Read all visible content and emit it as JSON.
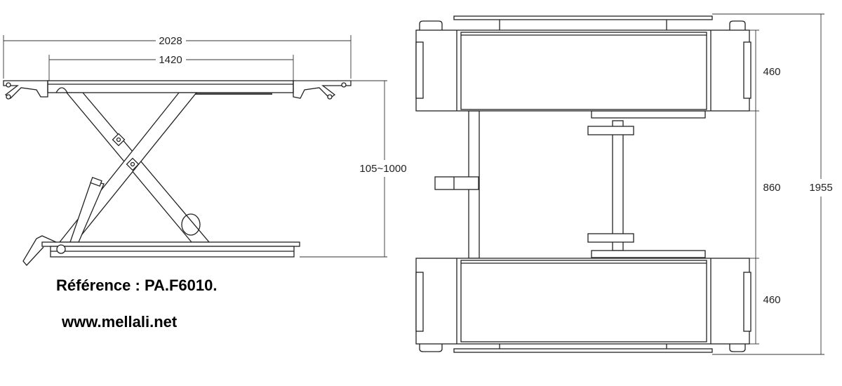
{
  "side_view": {
    "dim_overall_length": "2028",
    "dim_platform_length": "1420",
    "dim_height_range": "105~1000"
  },
  "top_view": {
    "dim_top_pad": "460",
    "dim_middle_gap": "860",
    "dim_bottom_pad": "460",
    "dim_overall_width": "1955"
  },
  "caption": {
    "reference": "Référence : PA.F6010.",
    "website": "www.mellali.net"
  }
}
